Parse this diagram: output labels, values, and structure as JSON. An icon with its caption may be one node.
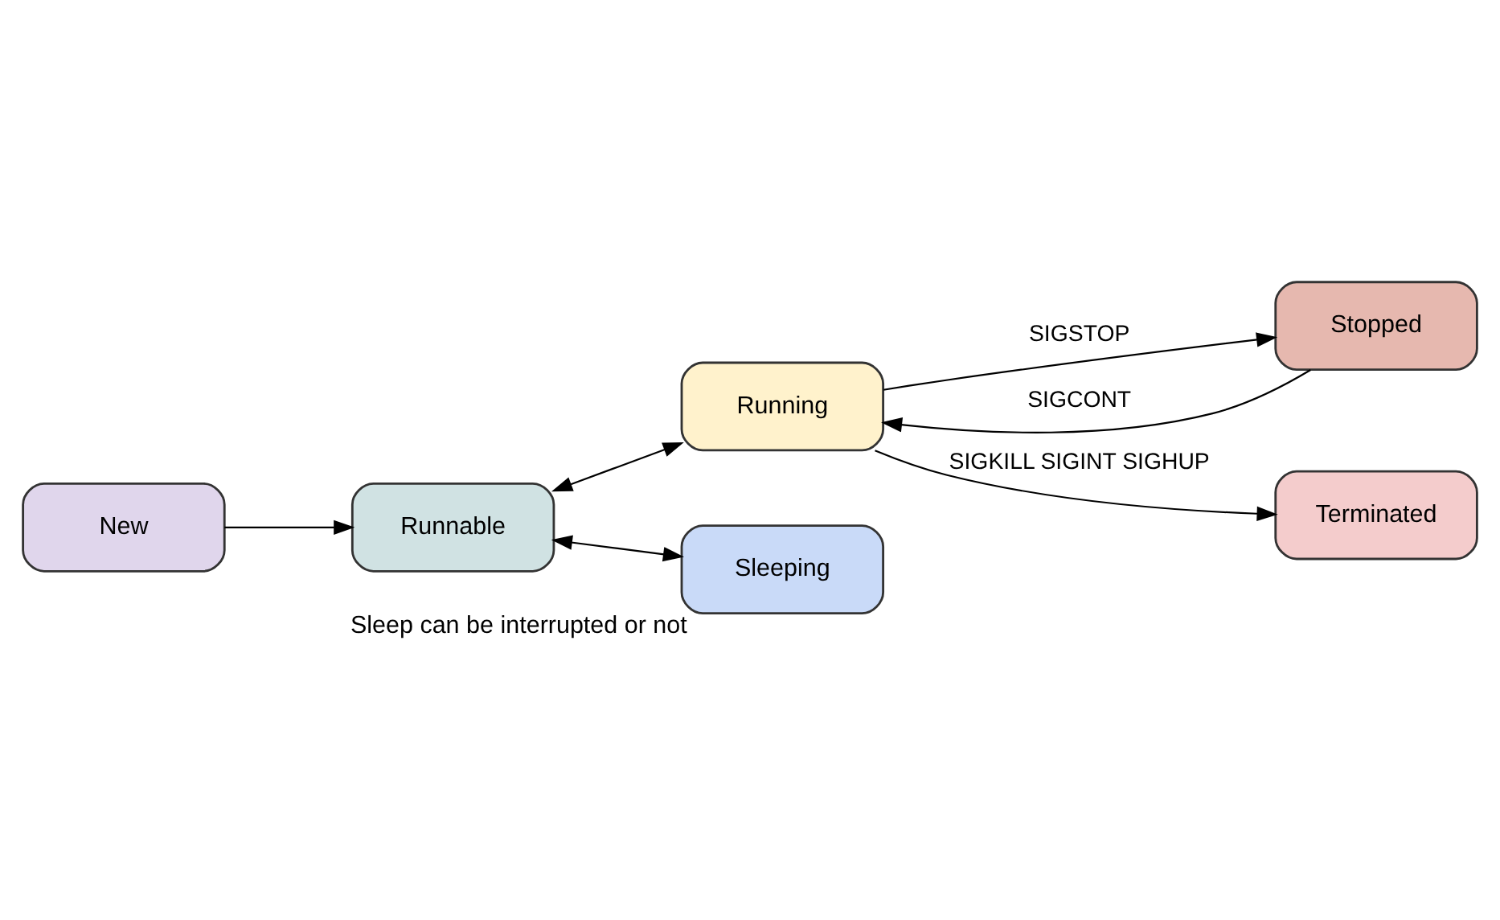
{
  "diagram": {
    "nodes": [
      {
        "text": [
          "New"
        ]
      },
      {
        "text": [
          "Runnable"
        ]
      },
      {
        "text": [
          "Running"
        ]
      },
      {
        "text": [
          "Stopped"
        ]
      },
      {
        "text": [
          "Terminated"
        ]
      },
      {
        "text": [
          "Sleeping"
        ],
        "beside": [
          "Sleep can be interrupted or not"
        ]
      }
    ],
    "edges": [
      {
        "from": 0,
        "to": 1,
        "arrow": "to"
      },
      {
        "from": 1,
        "to": 2,
        "arrow": "both"
      },
      {
        "from": 2,
        "to": 3,
        "arrow": "to",
        "label": "SIGSTOP"
      },
      {
        "from": 3,
        "to": 2,
        "arrow": "to",
        "label": "SIGCONT"
      },
      {
        "from": 2,
        "to": 4,
        "arrow": "to",
        "label": "SIGKILL SIGINT SIGHUP"
      },
      {
        "from": 1,
        "to": 5,
        "arrow": "both"
      }
    ]
  }
}
